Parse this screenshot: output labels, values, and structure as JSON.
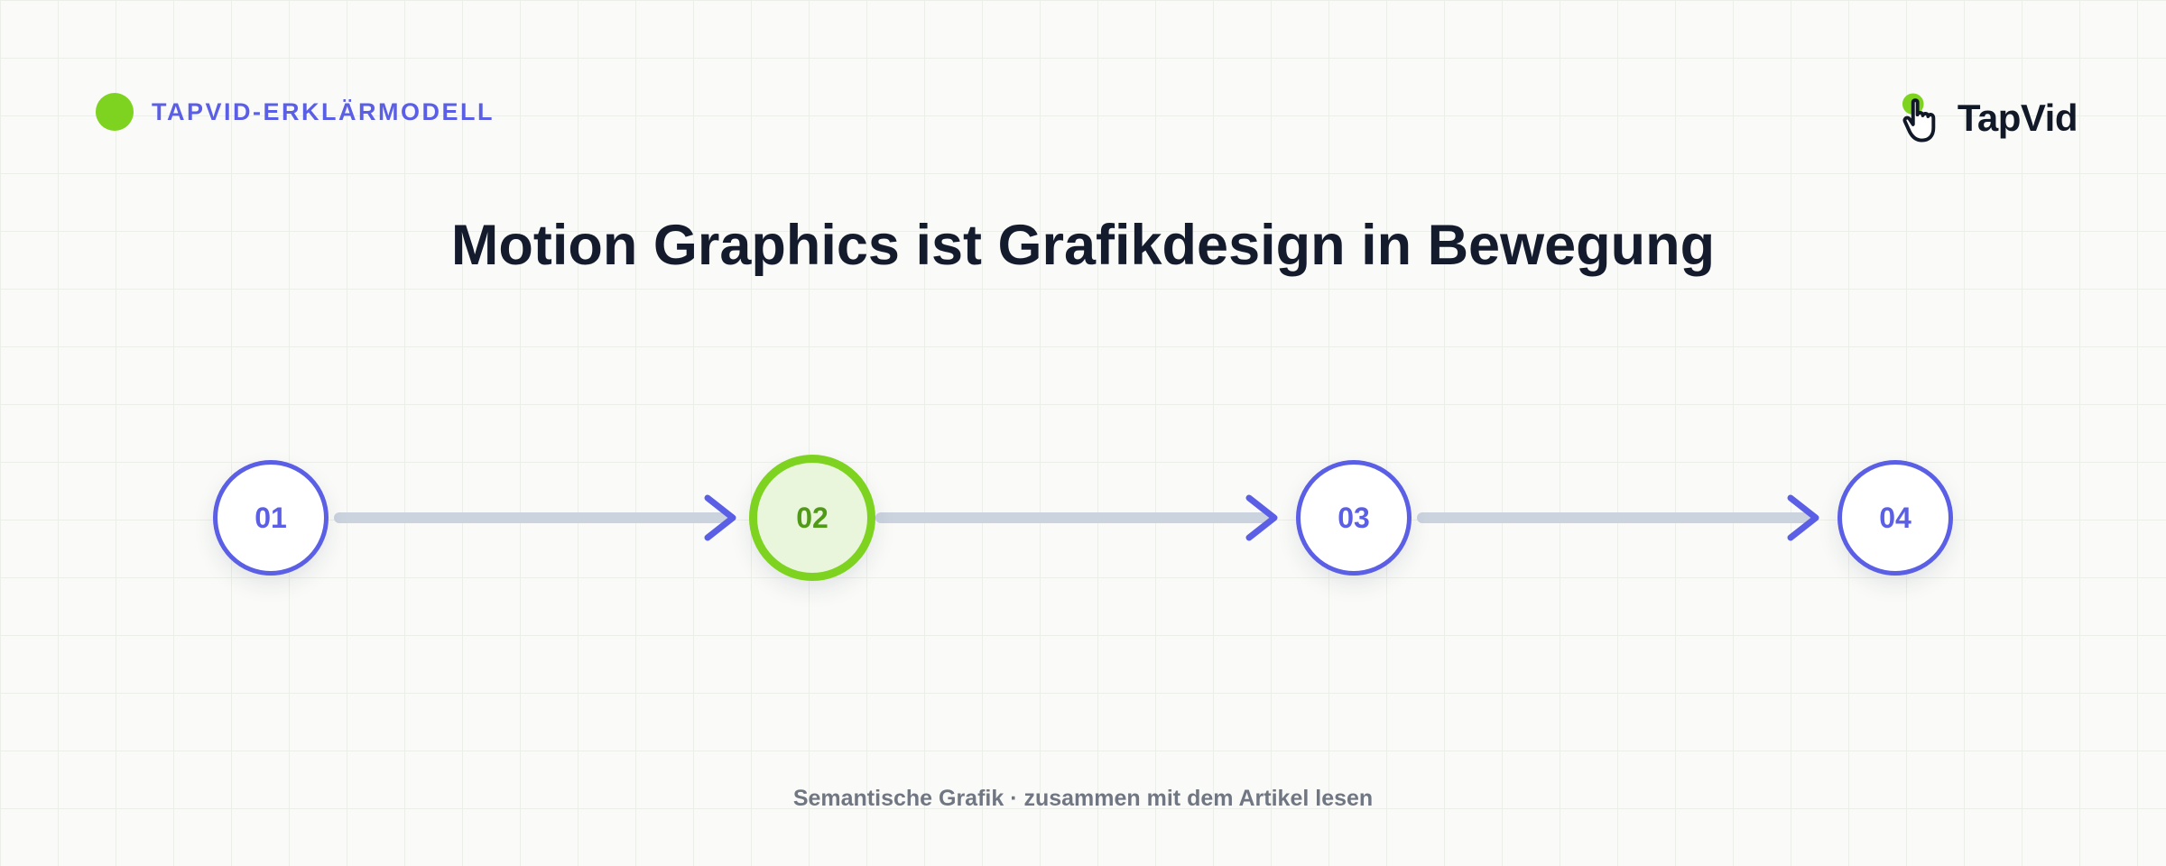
{
  "header": {
    "eyebrow_label": "TAPVID-ERKLÄRMODELL",
    "brand_name": "TapVid"
  },
  "title": "Motion Graphics ist Grafikdesign in Bewegung",
  "process": {
    "steps": [
      {
        "label": "01",
        "active": false
      },
      {
        "label": "02",
        "active": true
      },
      {
        "label": "03",
        "active": false
      },
      {
        "label": "04",
        "active": false
      }
    ]
  },
  "caption": "Semantische Grafik · zusammen mit dem Artikel lesen",
  "colors": {
    "accent": "#5b5fe6",
    "highlight": "#7ed321",
    "title": "#141b2d",
    "connector": "#cbd3df"
  },
  "icons": {
    "eyebrow": "green-dot-icon",
    "logo": "hand-pointer-icon",
    "connector_end": "chevron-right-icon"
  }
}
